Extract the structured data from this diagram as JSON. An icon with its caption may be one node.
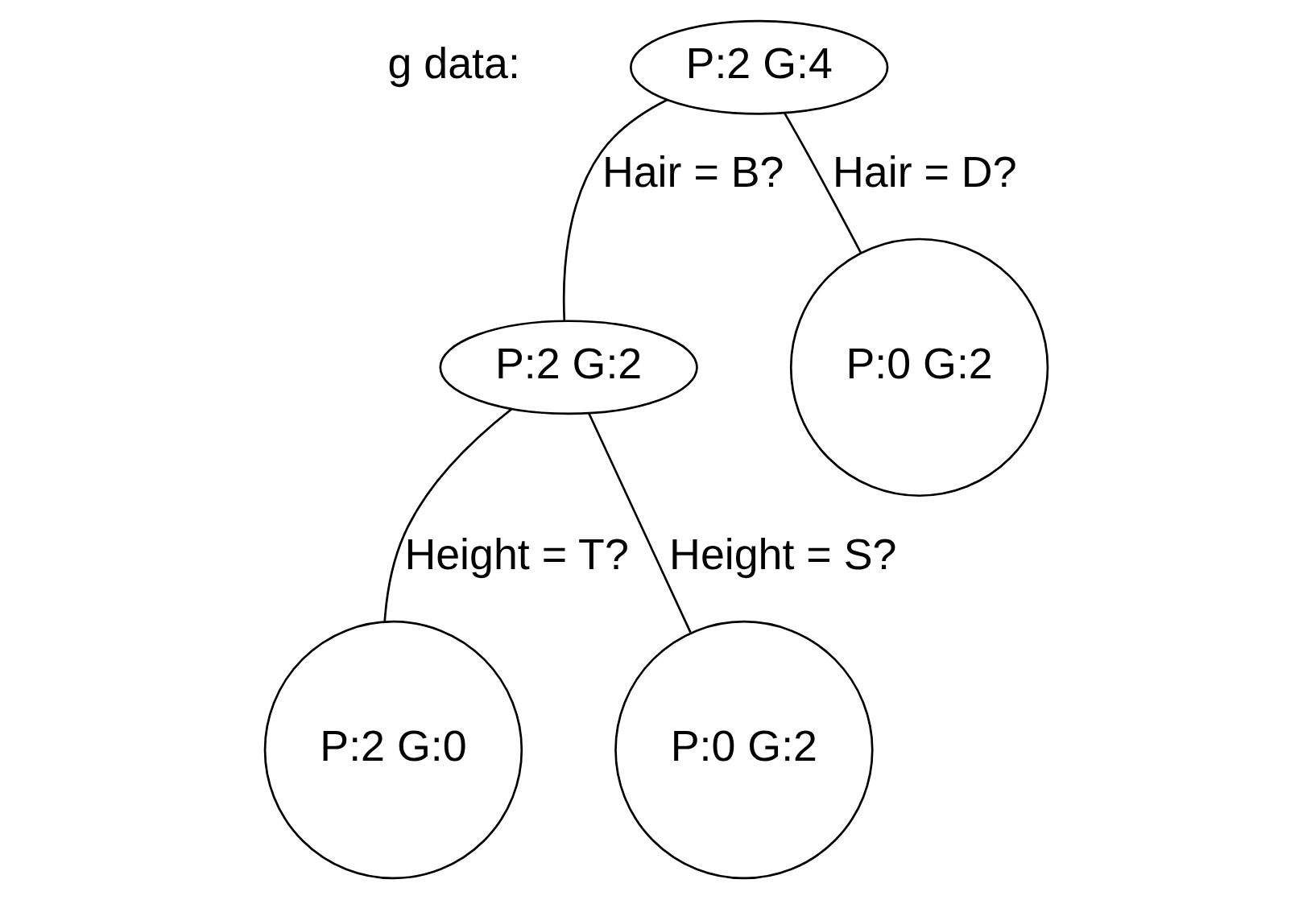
{
  "diagram": {
    "nodes": [
      {
        "text": [
          "P:2 G:4"
        ]
      },
      {
        "text": [
          "P:2 G:2"
        ]
      },
      {
        "text": [
          "P:0 G:2"
        ]
      },
      {
        "text": [
          "P:2 G:0"
        ]
      },
      {
        "text": [
          "P:0 G:2"
        ]
      }
    ],
    "edges": [
      {
        "from": 0,
        "to": 1,
        "arrow": "none",
        "label": "Hair = B?"
      },
      {
        "from": 0,
        "to": 2,
        "arrow": "none",
        "label": "Hair = D?"
      },
      {
        "from": 1,
        "to": 3,
        "arrow": "none",
        "label": "Height = T?"
      },
      {
        "from": 1,
        "to": 4,
        "arrow": "none",
        "label": "Height = S?"
      }
    ],
    "labels": [
      "g data:"
    ]
  }
}
